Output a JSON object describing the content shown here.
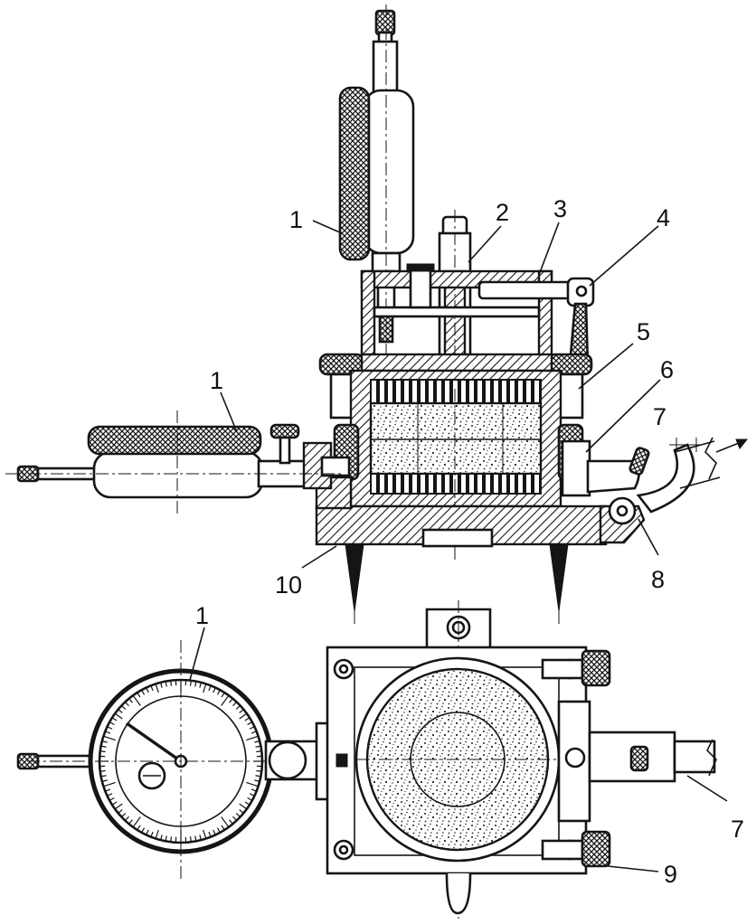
{
  "figure": {
    "callouts": [
      {
        "id": "1a",
        "text": "1"
      },
      {
        "id": "2",
        "text": "2"
      },
      {
        "id": "3",
        "text": "3"
      },
      {
        "id": "4",
        "text": "4"
      },
      {
        "id": "1b",
        "text": "1"
      },
      {
        "id": "5",
        "text": "5"
      },
      {
        "id": "6",
        "text": "6"
      },
      {
        "id": "7a",
        "text": "7"
      },
      {
        "id": "8",
        "text": "8"
      },
      {
        "id": "10",
        "text": "10"
      },
      {
        "id": "1c",
        "text": "1"
      },
      {
        "id": "7b",
        "text": "7"
      },
      {
        "id": "9",
        "text": "9"
      }
    ],
    "colors": {
      "ink": "#151515",
      "paper": "#ffffff"
    }
  }
}
